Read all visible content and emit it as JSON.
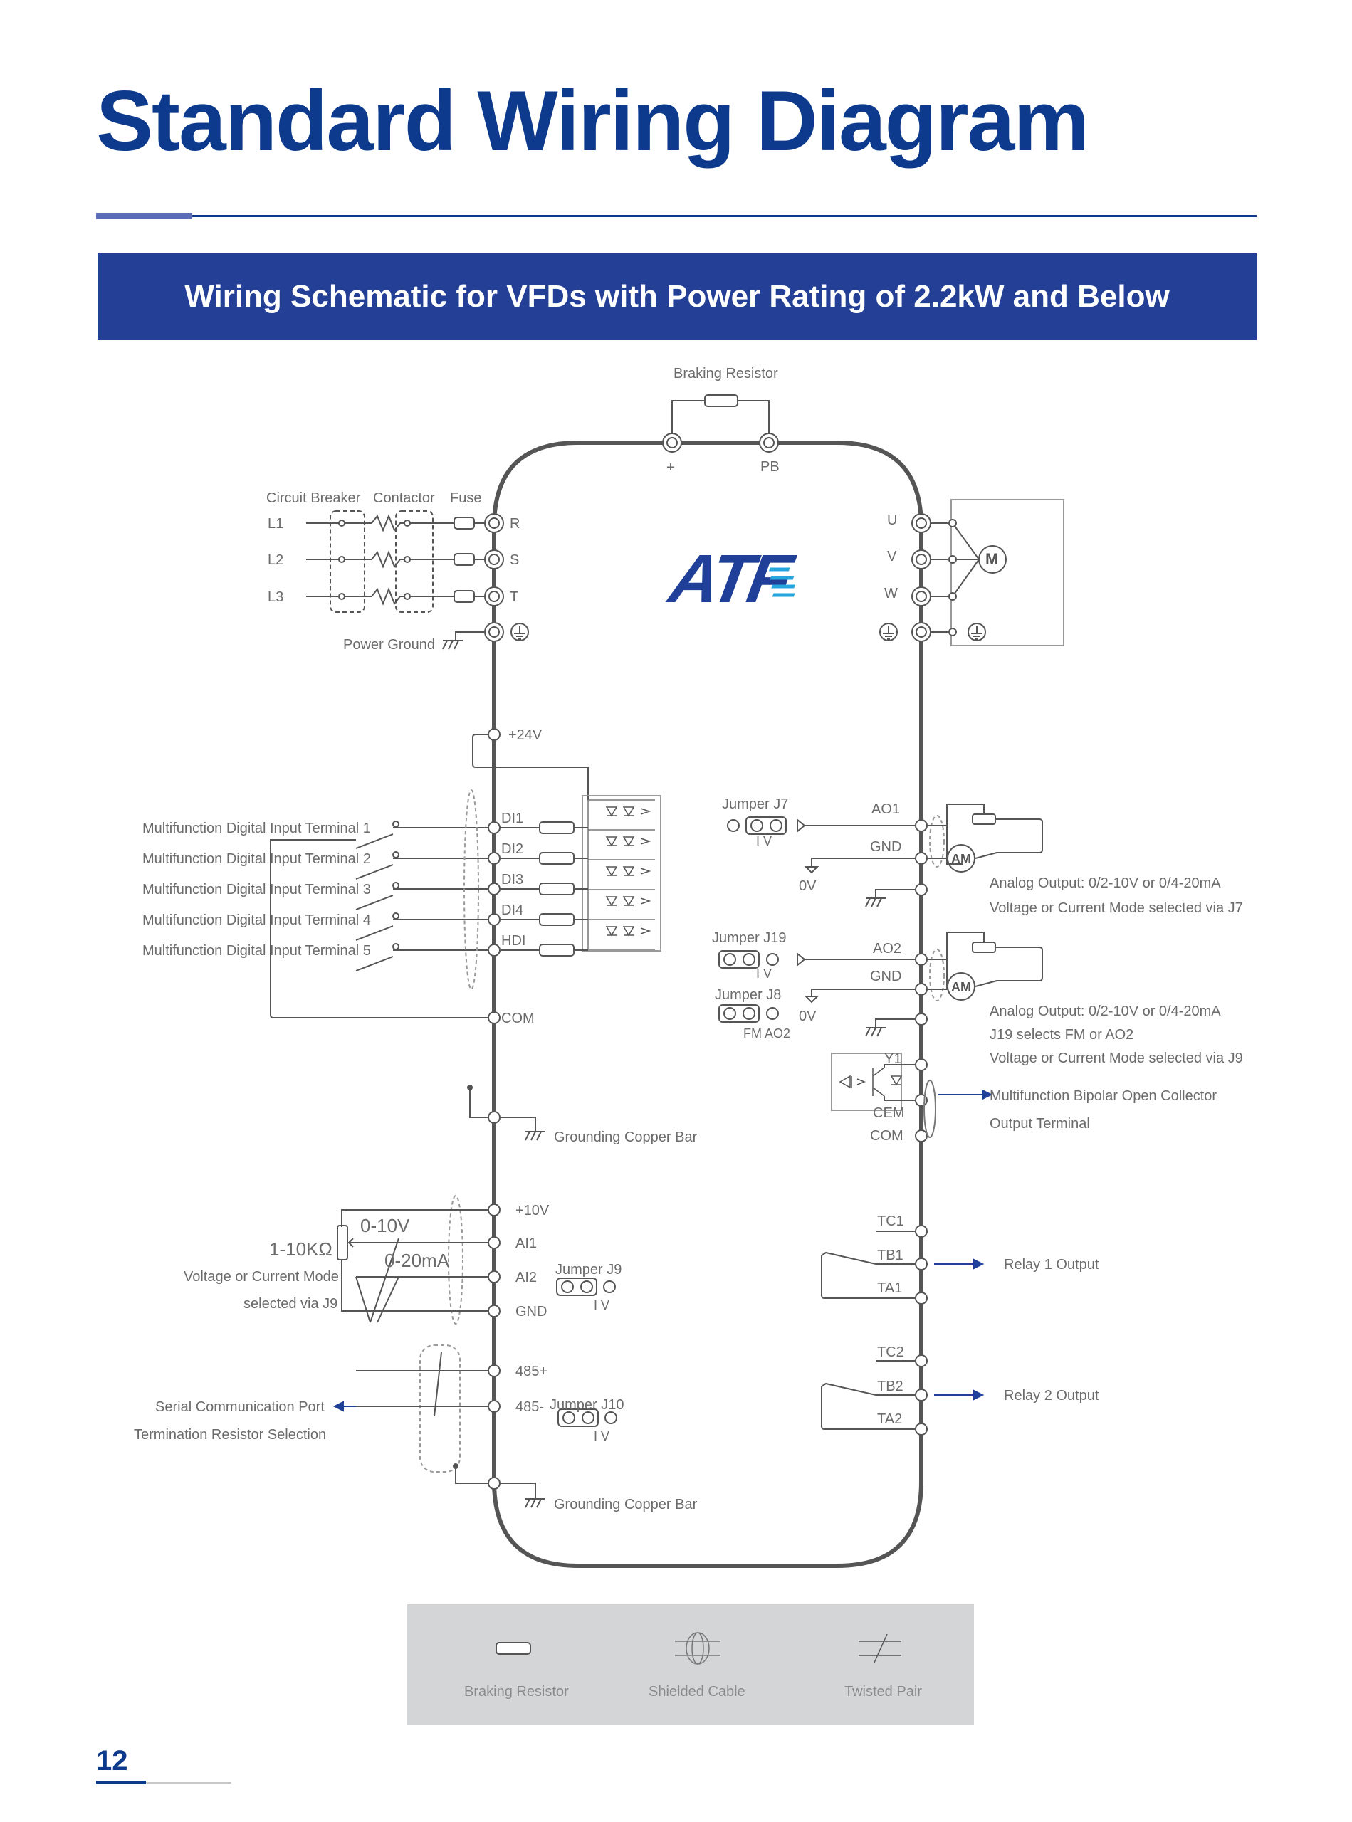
{
  "page": {
    "title": "Standard Wiring Diagram",
    "banner": "Wiring Schematic for VFDs with Power Rating of 2.2kW and Below",
    "page_number": "12"
  },
  "colors": {
    "brand_blue": "#0d3a8c",
    "banner_blue": "#233f96",
    "accent_blue": "#5b6cb8",
    "line_gray": "#555555",
    "text_gray": "#6b6b6b",
    "legend_bg": "#d4d5d7",
    "logo_blue": "#1f3f98",
    "logo_cyan": "#27a6de"
  },
  "logo": {
    "text": "ATF"
  },
  "top": {
    "braking_resistor": "Braking Resistor",
    "plus": "+",
    "pb": "PB"
  },
  "power_input": {
    "circuit_breaker": "Circuit Breaker",
    "contactor": "Contactor",
    "fuse": "Fuse",
    "l1": "L1",
    "l2": "L2",
    "l3": "L3",
    "r": "R",
    "s": "S",
    "t": "T",
    "power_ground": "Power Ground"
  },
  "motor": {
    "u": "U",
    "v": "V",
    "w": "W",
    "m": "M"
  },
  "digital_inputs": {
    "v24": "+24V",
    "labels": [
      "Multifunction Digital Input Terminal 1",
      "Multifunction Digital Input Terminal 2",
      "Multifunction Digital Input Terminal 3",
      "Multifunction Digital Input Terminal 4",
      "Multifunction Digital Input Terminal 5"
    ],
    "terminals": [
      "DI1",
      "DI2",
      "DI3",
      "DI4",
      "HDI"
    ],
    "com": "COM"
  },
  "analog_out_1": {
    "jumper": "Jumper J7",
    "iv": "I   V",
    "ao": "AO1",
    "gnd": "GND",
    "ov": "0V",
    "am": "AM",
    "desc1": "Analog Output: 0/2-10V or 0/4-20mA",
    "desc2": "Voltage or Current Mode selected via J7"
  },
  "analog_out_2": {
    "jumper": "Jumper J19",
    "iv": "I   V",
    "jumper2": "Jumper J8",
    "fm": "FM  AO2",
    "ao": "AO2",
    "gnd": "GND",
    "ov": "0V",
    "am": "AM",
    "desc1": "Analog Output: 0/2-10V or 0/4-20mA",
    "desc2": "J19 selects FM or AO2",
    "desc3": "Voltage or Current Mode selected via J9"
  },
  "open_collector": {
    "y1": "Y1",
    "cem": "CEM",
    "com": "COM",
    "desc1": "Multifunction Bipolar Open Collector",
    "desc2": "Output Terminal"
  },
  "grounding": "Grounding Copper Bar",
  "analog_in": {
    "v10": "+10V",
    "ai1": "AI1",
    "ai2": "AI2",
    "gnd": "GND",
    "pot": "1-10KΩ",
    "range_v": "0-10V",
    "range_ma": "0-20mA",
    "desc1": "Voltage or Current Mode",
    "desc2": "selected via J9",
    "jumper": "Jumper J9",
    "iv": "I   V"
  },
  "serial": {
    "p485": "485+",
    "n485": "485-",
    "jumper": "Jumper J10",
    "iv": "I   V",
    "desc1": "Serial Communication Port",
    "desc2": "Termination Resistor Selection"
  },
  "relays": {
    "tc1": "TC1",
    "tb1": "TB1",
    "ta1": "TA1",
    "relay1": "Relay 1 Output",
    "tc2": "TC2",
    "tb2": "TB2",
    "ta2": "TA2",
    "relay2": "Relay 2 Output"
  },
  "legend": {
    "braking_resistor": "Braking Resistor",
    "shielded_cable": "Shielded Cable",
    "twisted_pair": "Twisted Pair"
  }
}
